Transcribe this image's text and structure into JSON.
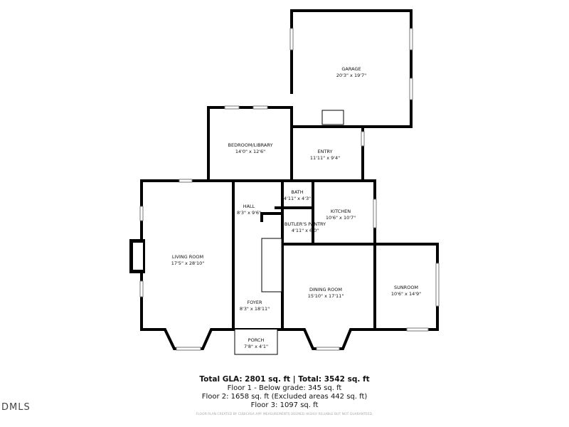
{
  "rooms": [
    {
      "name": "GARAGE",
      "dims": "20'3\" x 19'7\""
    },
    {
      "name": "BEDROOM/LIBRARY",
      "dims": "14'0\" x 12'6\""
    },
    {
      "name": "ENTRY",
      "dims": "11'11\" x 9'4\""
    },
    {
      "name": "BATH",
      "dims": "4'11\" x 4'3\""
    },
    {
      "name": "HALL",
      "dims": "8'3\" x 9'6\""
    },
    {
      "name": "KITCHEN",
      "dims": "10'6\" x 10'7\""
    },
    {
      "name": "BUTLER'S PANTRY",
      "dims": "4'11\" x 6'0\""
    },
    {
      "name": "LIVING ROOM",
      "dims": "17'5\" x 28'10\""
    },
    {
      "name": "FOYER",
      "dims": "8'3\" x 18'11\""
    },
    {
      "name": "DINING ROOM",
      "dims": "15'10\" x 17'11\""
    },
    {
      "name": "SUNROOM",
      "dims": "10'6\" x 14'9\""
    },
    {
      "name": "PORCH",
      "dims": "7'8\" x 4'1\""
    }
  ],
  "summary": {
    "total": "Total GLA: 2801 sq. ft | Total: 3542 sq. ft",
    "floor1": "Floor 1 - Below grade: 345 sq. ft",
    "floor2": "Floor 2: 1658 sq. ft (Excluded areas 442 sq. ft)",
    "floor3": "Floor 3: 1097 sq. ft",
    "disclaimer": "FLOOR PLAN CREATED BY CUBICASA APP. MEASUREMENTS DEEMED HIGHLY RELIABLE BUT NOT GUARANTEED."
  },
  "logo": "DMLS"
}
